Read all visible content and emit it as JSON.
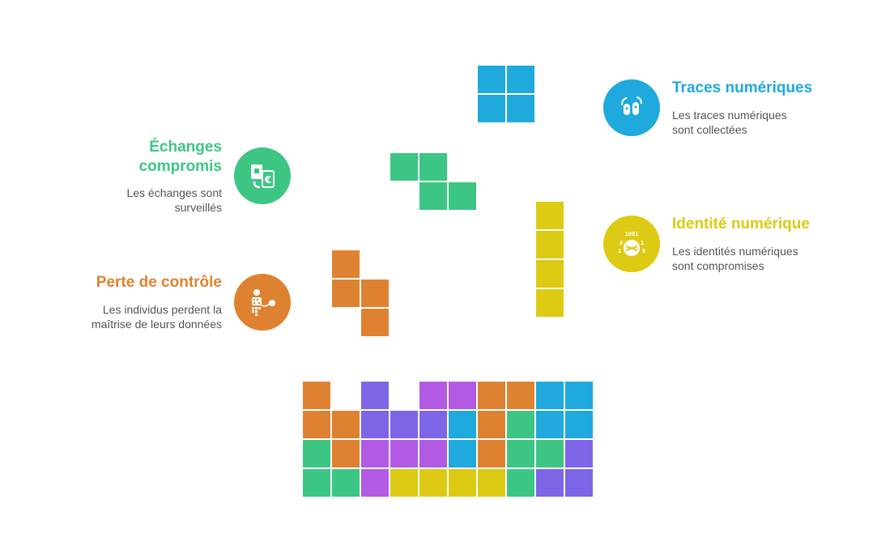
{
  "colors": {
    "blue": "#1fa9dc",
    "green": "#3dc584",
    "yellow": "#ddca14",
    "orange": "#de8231",
    "purple": "#b35ae4",
    "violet": "#7d65e6"
  },
  "items": {
    "traces": {
      "title": "Traces numériques",
      "desc_line1": "Les traces numériques",
      "desc_line2": "sont collectées",
      "icon": "fingerprint-scan-icon",
      "color": "#1fa9dc"
    },
    "echanges": {
      "title_line1": "Échanges",
      "title_line2": "compromis",
      "desc_line1": "Les échanges sont",
      "desc_line2": "surveillés",
      "icon": "currency-exchange-icon",
      "color": "#3dc584"
    },
    "identite": {
      "title": "Identité numérique",
      "desc_line1": "Les identités numériques",
      "desc_line2": "sont compromises",
      "icon": "binary-face-icon",
      "color": "#ddca14"
    },
    "perte": {
      "title": "Perte de contrôle",
      "desc_line1": "Les individus perdent la",
      "desc_line2": "maîtrise de leurs données",
      "icon": "digital-person-icon",
      "color": "#de8231"
    }
  },
  "pieces": [
    {
      "name": "o-piece-blue",
      "color": "blue"
    },
    {
      "name": "z-piece-green",
      "color": "green"
    },
    {
      "name": "i-piece-yellow",
      "color": "yellow"
    },
    {
      "name": "s-piece-orange",
      "color": "orange"
    }
  ],
  "stack_rows": [
    [
      "orange",
      "",
      "violet",
      "",
      "purple",
      "purple",
      "orange",
      "orange",
      "blue",
      "blue"
    ],
    [
      "orange",
      "orange",
      "violet",
      "violet",
      "violet",
      "blue",
      "orange",
      "green",
      "blue",
      "blue"
    ],
    [
      "green",
      "orange",
      "purple",
      "purple",
      "purple",
      "blue",
      "orange",
      "green",
      "green",
      "violet"
    ],
    [
      "green",
      "green",
      "purple",
      "yellow",
      "yellow",
      "yellow",
      "yellow",
      "green",
      "violet",
      "violet"
    ]
  ]
}
